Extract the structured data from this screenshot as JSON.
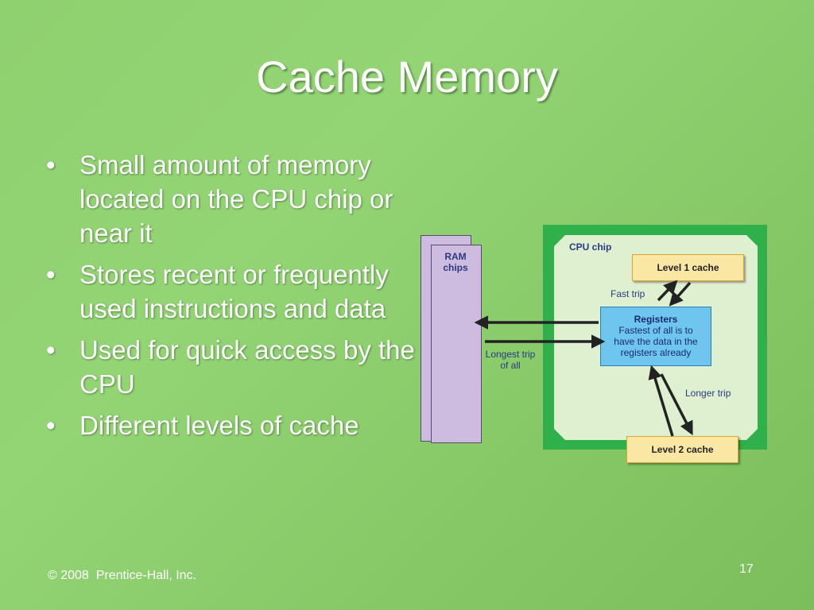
{
  "slide": {
    "title": "Cache Memory",
    "bullets": [
      "Small amount of memory located on the CPU chip or near it",
      "Stores recent or frequently used instructions and data",
      "Used for quick access by the CPU",
      "Different levels of cache"
    ],
    "bullet_marker": "•",
    "footer": "© 2008  Prentice-Hall, Inc.",
    "page_number": "17"
  },
  "diagram": {
    "cpu_chip_label": "CPU chip",
    "ram_label": "RAM\nchips",
    "level1_label": "Level 1 cache",
    "level2_label": "Level 2 cache",
    "registers_title": "Registers",
    "registers_desc": "Fastest of all is to\nhave the data in the\nregisters already",
    "fast_trip_label": "Fast trip",
    "longer_trip_label": "Longer trip",
    "longest_trip_label": "Longest trip\nof all",
    "colors": {
      "background": "#8fd06f",
      "cpu_border": "#2fb04a",
      "cpu_fill": "#dff0d0",
      "ram_fill": "#cdbbe0",
      "cache_fill": "#fbe7a4",
      "registers_fill": "#6ec6ef"
    }
  }
}
